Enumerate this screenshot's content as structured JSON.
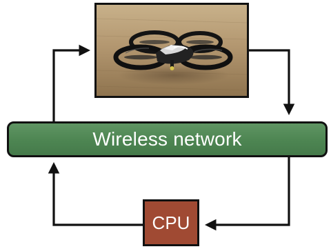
{
  "network": {
    "label": "Wireless network"
  },
  "cpu": {
    "label": "CPU"
  },
  "colors": {
    "network_fill": "#4d8552",
    "cpu_fill": "#a04a33",
    "line": "#111111",
    "floor": "#b39770"
  },
  "icons": {
    "photo": "quadcopter-drone-photo"
  }
}
